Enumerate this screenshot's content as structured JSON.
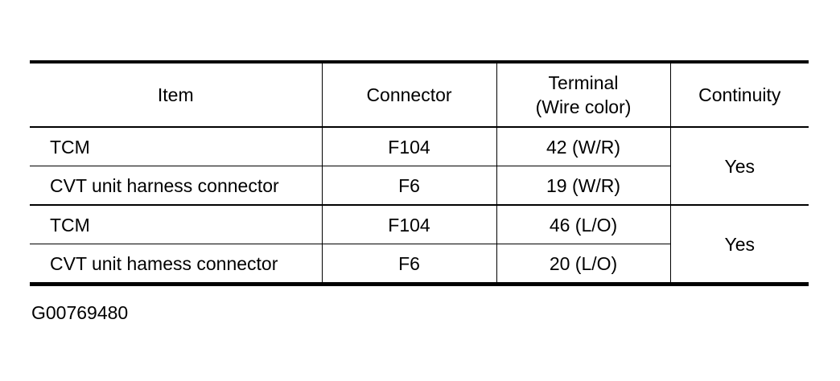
{
  "table": {
    "headers": {
      "item": "Item",
      "connector": "Connector",
      "terminal_line1": "Terminal",
      "terminal_line2": "(Wire color)",
      "continuity": "Continuity"
    },
    "groups": [
      {
        "rows": [
          {
            "item": "TCM",
            "connector": "F104",
            "terminal": "42 (W/R)"
          },
          {
            "item": "CVT unit harness connector",
            "connector": "F6",
            "terminal": "19 (W/R)"
          }
        ],
        "continuity": "Yes"
      },
      {
        "rows": [
          {
            "item": "TCM",
            "connector": "F104",
            "terminal": "46 (L/O)"
          },
          {
            "item": "CVT unit hamess connector",
            "connector": "F6",
            "terminal": "20 (L/O)"
          }
        ],
        "continuity": "Yes"
      }
    ]
  },
  "figure_id": "G00769480"
}
